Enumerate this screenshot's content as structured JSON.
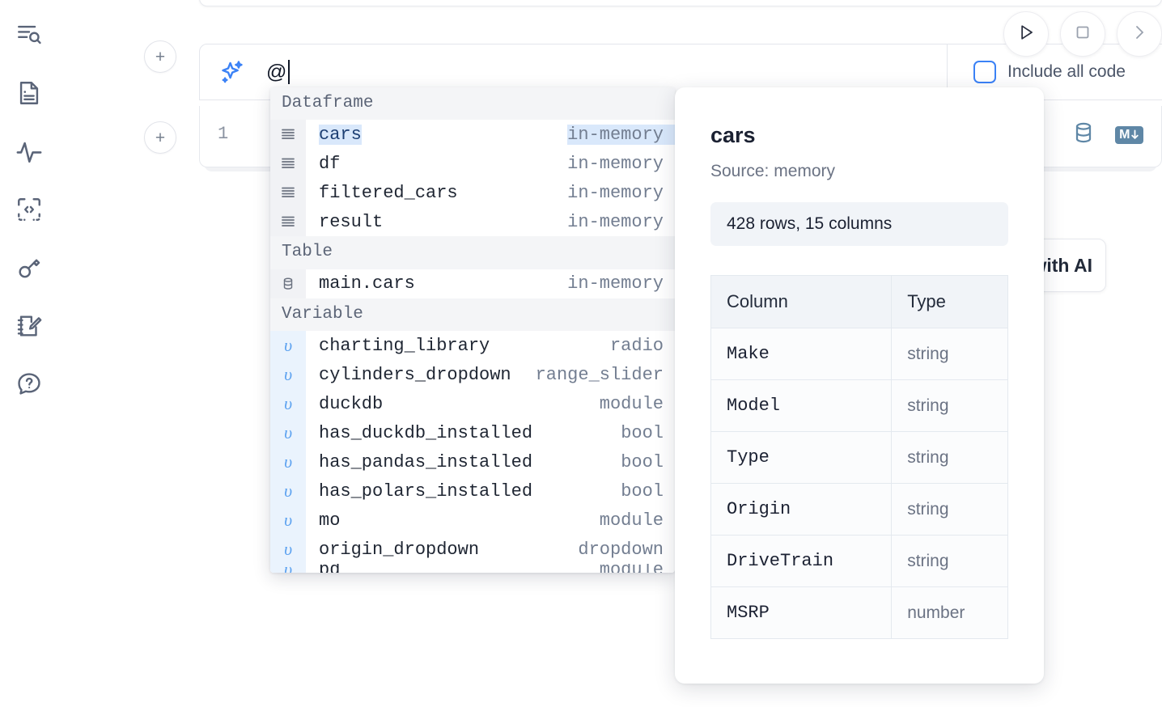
{
  "sidebar": {
    "items": [
      {
        "name": "outline-search-icon",
        "label": "Outline / Search"
      },
      {
        "name": "file-text-icon",
        "label": "Notebook file"
      },
      {
        "name": "activity-icon",
        "label": "Activity"
      },
      {
        "name": "code-brackets-icon",
        "label": "Snippets"
      },
      {
        "name": "key-icon",
        "label": "Secrets"
      },
      {
        "name": "scratchpad-edit-icon",
        "label": "Scratchpad"
      },
      {
        "name": "help-chat-icon",
        "label": "Help"
      }
    ]
  },
  "toolbar": {
    "run_label": "Run",
    "stop_label": "Interrupt",
    "add_cell_label": "+"
  },
  "ai_cell": {
    "icon": "sparkle-icon",
    "input_value": "@",
    "include_all_code_label": "Include all code",
    "include_all_code_checked": false
  },
  "code_cell": {
    "line_number": "1",
    "icons": [
      "database-icon",
      "markdown-icon"
    ],
    "markdown_badge": "M"
  },
  "generate_button": {
    "label": "Generate with AI"
  },
  "autocomplete": {
    "groups": [
      {
        "label": "Dataframe",
        "icon": "dataframe-icon",
        "items": [
          {
            "name": "cars",
            "meta": "in-memory",
            "selected": true
          },
          {
            "name": "df",
            "meta": "in-memory",
            "selected": false
          },
          {
            "name": "filtered_cars",
            "meta": "in-memory",
            "selected": false
          },
          {
            "name": "result",
            "meta": "in-memory",
            "selected": false
          }
        ]
      },
      {
        "label": "Table",
        "icon": "table-icon",
        "items": [
          {
            "name": "main.cars",
            "meta": "in-memory",
            "selected": false
          }
        ]
      },
      {
        "label": "Variable",
        "icon": "variable-icon",
        "items": [
          {
            "name": "charting_library",
            "meta": "radio",
            "selected": false
          },
          {
            "name": "cylinders_dropdown",
            "meta": "range_slider",
            "selected": false
          },
          {
            "name": "duckdb",
            "meta": "module",
            "selected": false
          },
          {
            "name": "has_duckdb_installed",
            "meta": "bool",
            "selected": false
          },
          {
            "name": "has_pandas_installed",
            "meta": "bool",
            "selected": false
          },
          {
            "name": "has_polars_installed",
            "meta": "bool",
            "selected": false
          },
          {
            "name": "mo",
            "meta": "module",
            "selected": false
          },
          {
            "name": "origin_dropdown",
            "meta": "dropdown",
            "selected": false
          },
          {
            "name": "pd",
            "meta": "module",
            "selected": false
          }
        ]
      }
    ]
  },
  "detail_panel": {
    "title": "cars",
    "source": "Source: memory",
    "stats": "428 rows, 15 columns",
    "table": {
      "headers": [
        "Column",
        "Type"
      ],
      "rows": [
        {
          "column": "Make",
          "type": "string"
        },
        {
          "column": "Model",
          "type": "string"
        },
        {
          "column": "Type",
          "type": "string"
        },
        {
          "column": "Origin",
          "type": "string"
        },
        {
          "column": "DriveTrain",
          "type": "string"
        },
        {
          "column": "MSRP",
          "type": "number"
        }
      ]
    }
  },
  "colors": {
    "accent_blue": "#3b82f6",
    "selection_blue": "#d9e8fb",
    "variable_gutter": "#eaf3fd",
    "group_header_bg": "#f4f5f7",
    "icon_gray": "#5a6478"
  }
}
